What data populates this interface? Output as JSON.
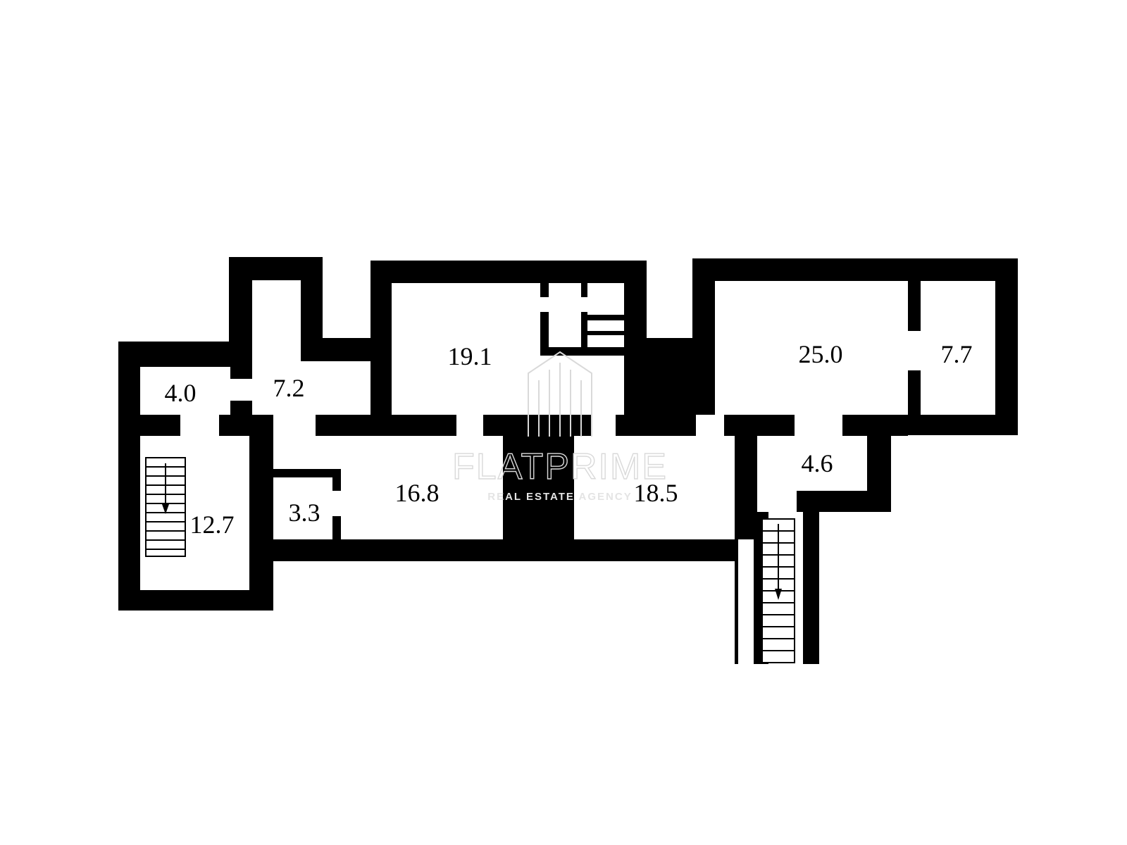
{
  "colors": {
    "wall": "#000000",
    "floor": "#ffffff",
    "watermark": "#d9d9d9"
  },
  "rooms": [
    {
      "id": "room-4-0",
      "area": "4.0"
    },
    {
      "id": "room-7-2",
      "area": "7.2"
    },
    {
      "id": "room-19-1",
      "area": "19.1"
    },
    {
      "id": "room-25-0",
      "area": "25.0"
    },
    {
      "id": "room-7-7",
      "area": "7.7"
    },
    {
      "id": "room-4-6",
      "area": "4.6"
    },
    {
      "id": "room-16-8",
      "area": "16.8"
    },
    {
      "id": "room-18-5",
      "area": "18.5"
    },
    {
      "id": "room-3-3",
      "area": "3.3"
    },
    {
      "id": "room-12-7",
      "area": "12.7"
    }
  ],
  "staircases": [
    {
      "id": "staircase-left",
      "direction": "down"
    },
    {
      "id": "staircase-right",
      "direction": "down"
    }
  ],
  "watermark": {
    "brand": "FLATPRIME",
    "tagline": "REAL ESTATE AGENCY"
  }
}
